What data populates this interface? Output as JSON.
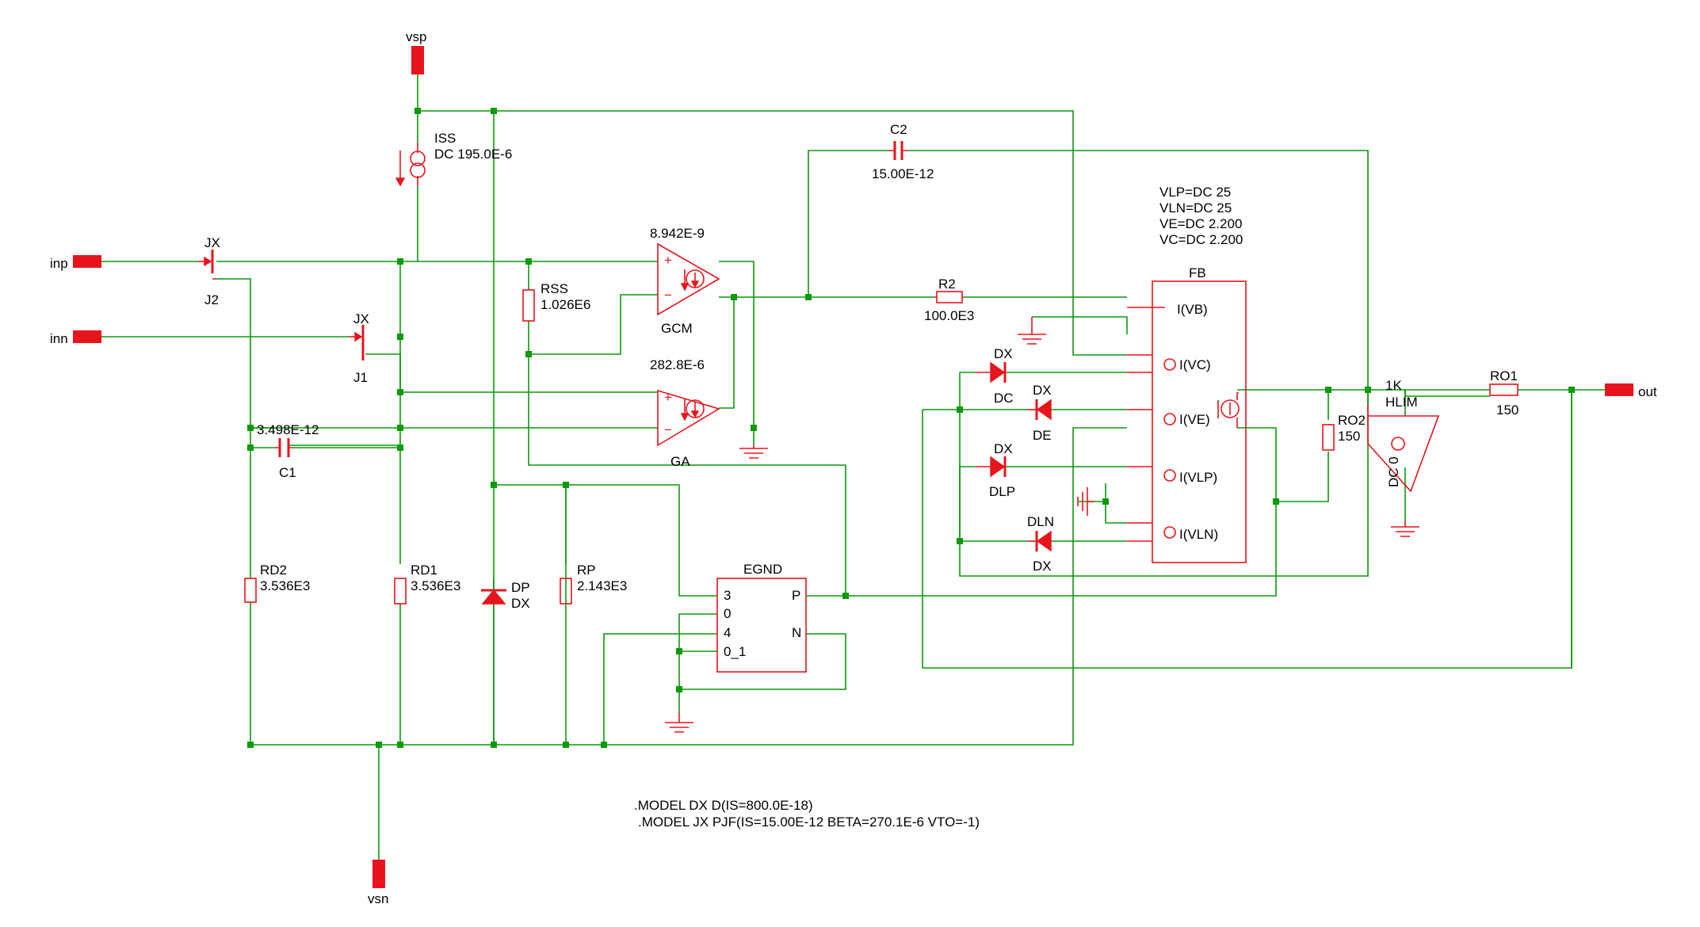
{
  "ports": {
    "vsp": "vsp",
    "vsn": "vsn",
    "inp": "inp",
    "inn": "inn",
    "out": "out"
  },
  "components": {
    "iss": {
      "ref": "ISS",
      "value": "DC 195.0E-6"
    },
    "c2": {
      "ref": "C2",
      "value": "15.00E-12"
    },
    "j2": {
      "model": "JX",
      "ref": "J2"
    },
    "j1": {
      "model": "JX",
      "ref": "J1"
    },
    "rss": {
      "ref": "RSS",
      "value": "1.026E6"
    },
    "gcm": {
      "value": "8.942E-9",
      "ref": "GCM"
    },
    "ga": {
      "value": "282.8E-6",
      "ref": "GA"
    },
    "r2": {
      "ref": "R2",
      "value": "100.0E3"
    },
    "c1": {
      "value": "3.498E-12",
      "ref": "C1"
    },
    "rd2": {
      "ref": "RD2",
      "value": "3.536E3"
    },
    "rd1": {
      "ref": "RD1",
      "value": "3.536E3"
    },
    "dp": {
      "ref": "DP",
      "model": "DX"
    },
    "rp": {
      "ref": "RP",
      "value": "2.143E3"
    },
    "egnd": {
      "ref": "EGND",
      "pins": [
        "3",
        "0",
        "4",
        "0_1"
      ],
      "pin_p": "P",
      "pin_n": "N"
    },
    "fb": {
      "ref": "FB",
      "params": [
        "VLP=DC 25",
        "VLN=DC 25",
        "VE=DC 2.200",
        "VC=DC 2.200"
      ],
      "pins": [
        "I(VB)",
        "I(VC)",
        "I(VE)",
        "I(VLP)",
        "I(VLN)"
      ]
    },
    "dc": {
      "model": "DX",
      "ref": "DC"
    },
    "de": {
      "model": "DX",
      "ref": "DE"
    },
    "dlp": {
      "model": "DX",
      "ref": "DLP"
    },
    "dln": {
      "model": "DX",
      "ref": "DLN"
    },
    "ro2": {
      "ref": "RO2",
      "value": "150"
    },
    "hlim": {
      "value": "1K",
      "ref": "HLIM",
      "param": "DC 0"
    },
    "ro1": {
      "ref": "RO1",
      "value": "150"
    }
  },
  "models": [
    ".MODEL DX D(IS=800.0E-18)",
    ".MODEL JX PJF(IS=15.00E-12 BETA=270.1E-6 VTO=-1)"
  ]
}
